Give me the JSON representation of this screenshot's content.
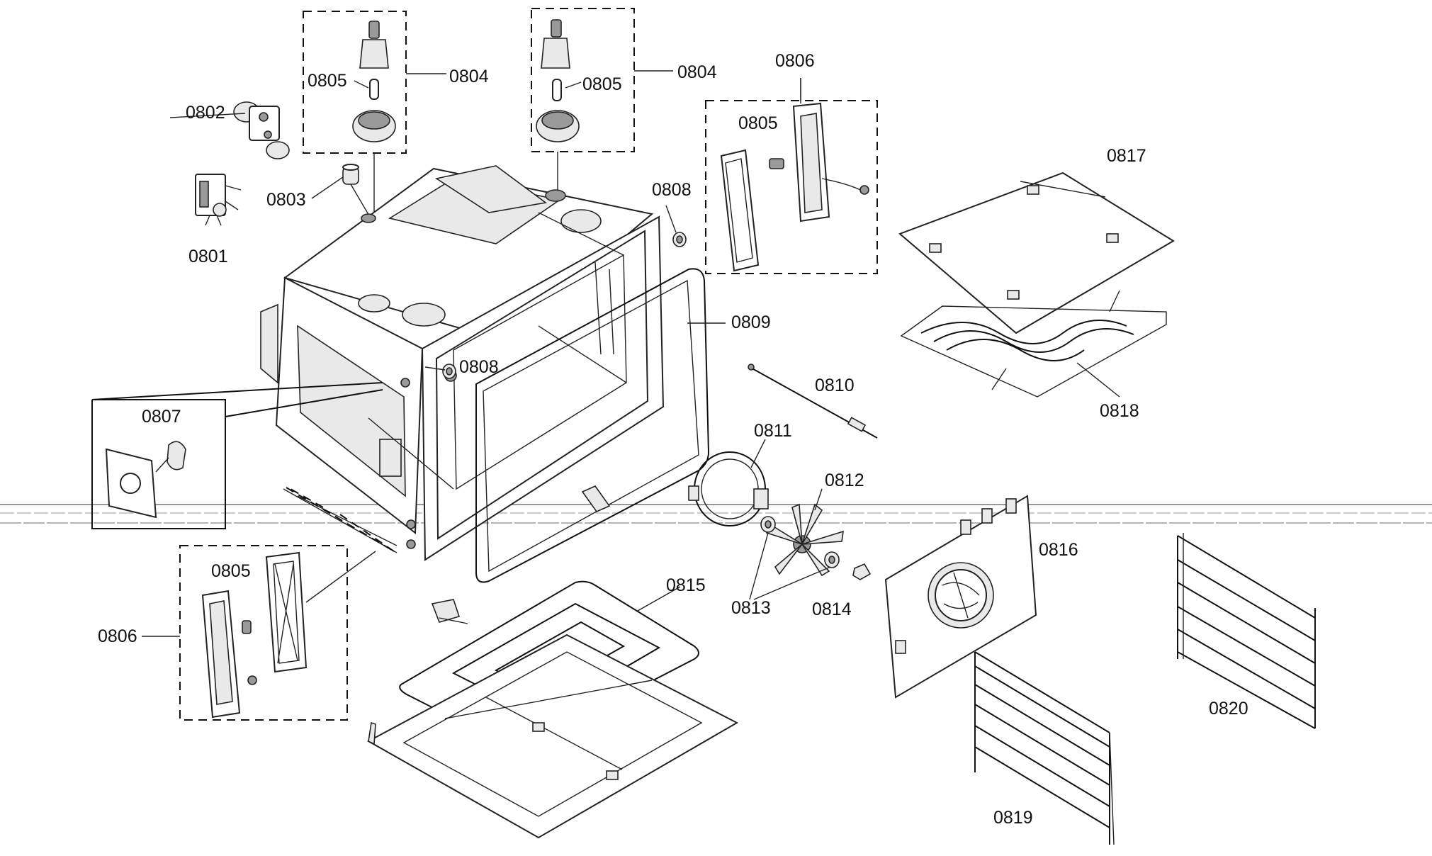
{
  "labels": {
    "l0801": "0801",
    "l0802": "0802",
    "l0803": "0803",
    "l0804a": "0804",
    "l0804b": "0804",
    "l0805a": "0805",
    "l0805b": "0805",
    "l0805c": "0805",
    "l0805d": "0805",
    "l0806a": "0806",
    "l0806b": "0806",
    "l0807": "0807",
    "l0808a": "0808",
    "l0808b": "0808",
    "l0809": "0809",
    "l0810": "0810",
    "l0811": "0811",
    "l0812": "0812",
    "l0813": "0813",
    "l0814": "0814",
    "l0815": "0815",
    "l0816": "0816",
    "l0817": "0817",
    "l0818": "0818",
    "l0819": "0819",
    "l0820": "0820"
  }
}
